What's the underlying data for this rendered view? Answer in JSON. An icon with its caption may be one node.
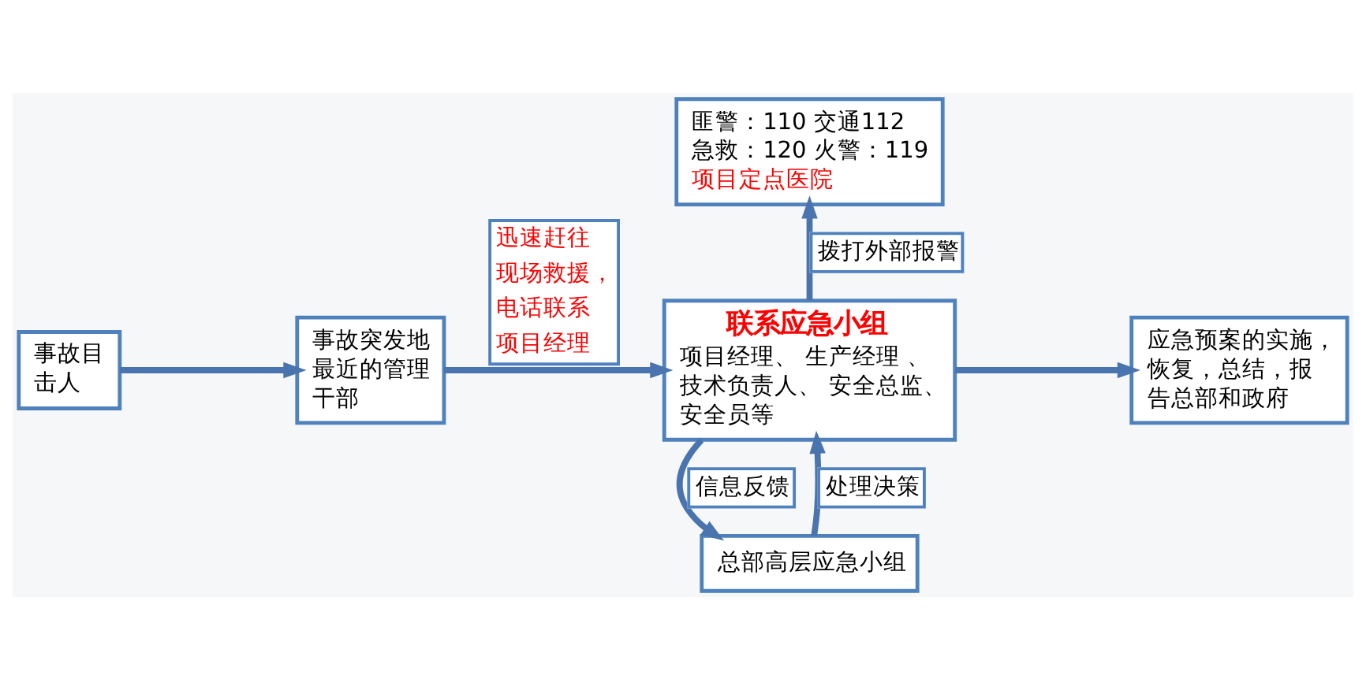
{
  "diagram": {
    "nodes": [
      {
        "text": [
          "事故目击人"
        ]
      },
      {
        "text": [
          "事故突发地最近的管理干部"
        ]
      },
      {
        "text": [
          "联系应急小组",
          "项目经理、 生产经理 、技术负责人、 安全总监、安全员等"
        ]
      },
      {
        "text": [
          "匪警：110 交通112",
          "急救：120 火警：119",
          "项目定点医院"
        ]
      },
      {
        "text": [
          "应急预案的实施，恢复，总结，报告总部和政府"
        ]
      },
      {
        "text": [
          "总部高层应急小组"
        ]
      }
    ],
    "edges": [
      {
        "from": 0,
        "to": 1,
        "arrow": "to"
      },
      {
        "from": 1,
        "to": 2,
        "arrow": "to",
        "label": "迅速赶往现场救援，电话联系项目经理"
      },
      {
        "from": 2,
        "to": 3,
        "arrow": "to",
        "label": "拨打外部报警"
      },
      {
        "from": 2,
        "to": 4,
        "arrow": "to"
      },
      {
        "from": 5,
        "to": 2,
        "arrow": "to",
        "label": "处理决策"
      },
      {
        "from": 2,
        "to": 5,
        "arrow": "to",
        "label": "信息反馈"
      }
    ]
  }
}
